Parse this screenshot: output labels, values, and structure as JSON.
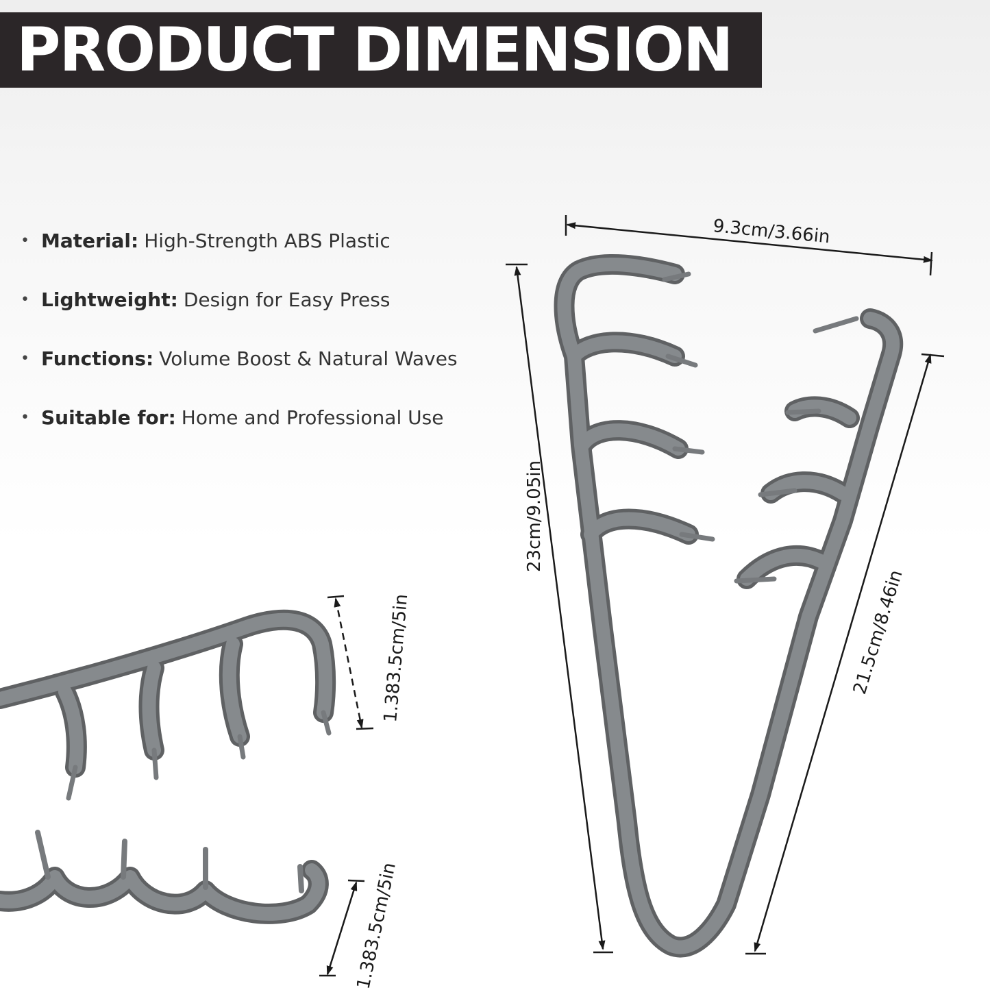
{
  "title": "PRODUCT DIMENSION",
  "features": [
    {
      "label": "Material:",
      "value": "High-Strength ABS Plastic"
    },
    {
      "label": "Lightweight:",
      "value": "Design for Easy Press"
    },
    {
      "label": "Functions:",
      "value": "Volume Boost & Natural Waves"
    },
    {
      "label": "Suitable for:",
      "value": "Home and Professional Use"
    }
  ],
  "dimensions": {
    "width": "9.3cm/3.66in",
    "long_arm": "23cm/9.05in",
    "short_arm": "21.5cm/8.46in",
    "upper_comb": "1.383.5cm/5in",
    "lower_comb": "1.383.5cm/5in"
  },
  "colors": {
    "banner": "#2b2628",
    "product": "#808285",
    "product_edge": "#5f6163"
  }
}
